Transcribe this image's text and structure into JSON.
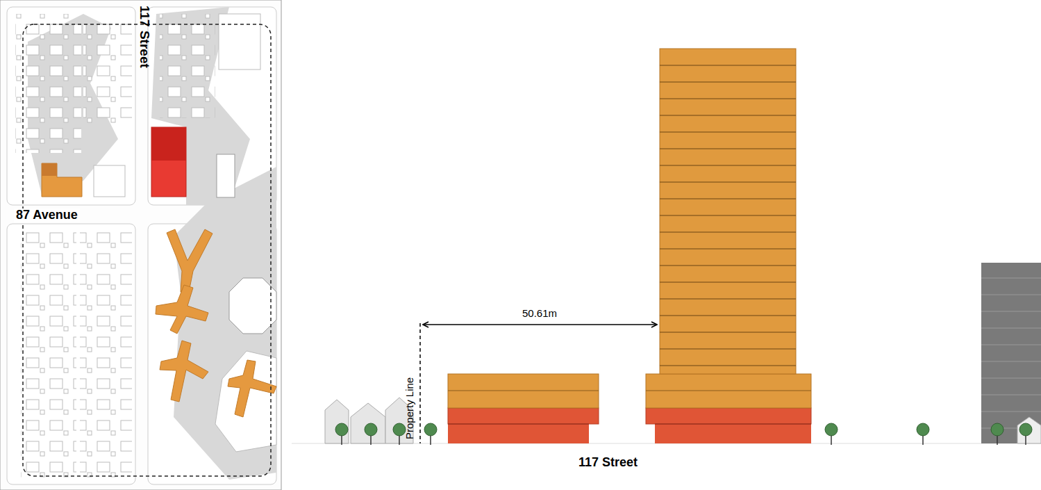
{
  "diagram": {
    "labels": [
      "117 Street",
      "87 Avenue",
      "Property Line",
      "50.61m",
      "117 Street"
    ]
  }
}
